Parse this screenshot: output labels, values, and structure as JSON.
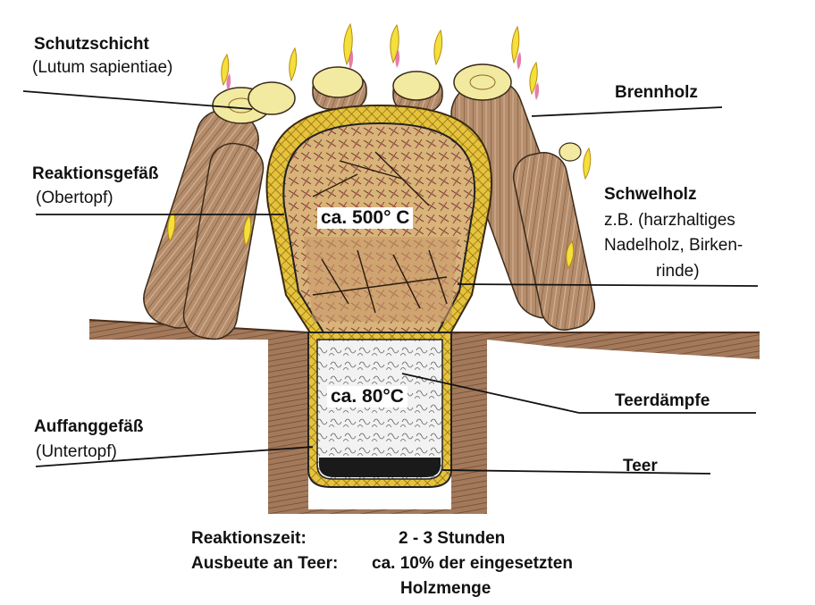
{
  "labels": {
    "schutzschicht": "Schutzschicht",
    "lutum": "(Lutum sapientiae)",
    "reaktionsgefaess": "Reaktionsgefäß",
    "obertopf": "(Obertopf)",
    "brennholz": "Brennholz",
    "schwelholz": "Schwelholz",
    "schwelholz_l1": "z.B. (harzhaltiges",
    "schwelholz_l2": "Nadelholz, Birken-",
    "schwelholz_l3": "rinde)",
    "auffanggefaess": "Auffanggefäß",
    "untertopf": "(Untertopf)",
    "teerdaempfe": "Teerdämpfe",
    "teer": "Teer"
  },
  "temperatures": {
    "upper": "ca. 500° C",
    "lower": "ca. 80°C"
  },
  "footer": {
    "zeit_label": "Reaktionszeit:",
    "zeit_value": "2 - 3 Stunden",
    "ausbeute_label": "Ausbeute an Teer:",
    "ausbeute_value": "ca. 10% der eingesetzten",
    "ausbeute_value2": "Holzmenge"
  },
  "colors": {
    "soil": "#8a5a3a",
    "clay_coating": "#e3c43a",
    "wood": "#b89070",
    "flame_yellow": "#f3e03a",
    "flame_pink": "#d84a88"
  }
}
